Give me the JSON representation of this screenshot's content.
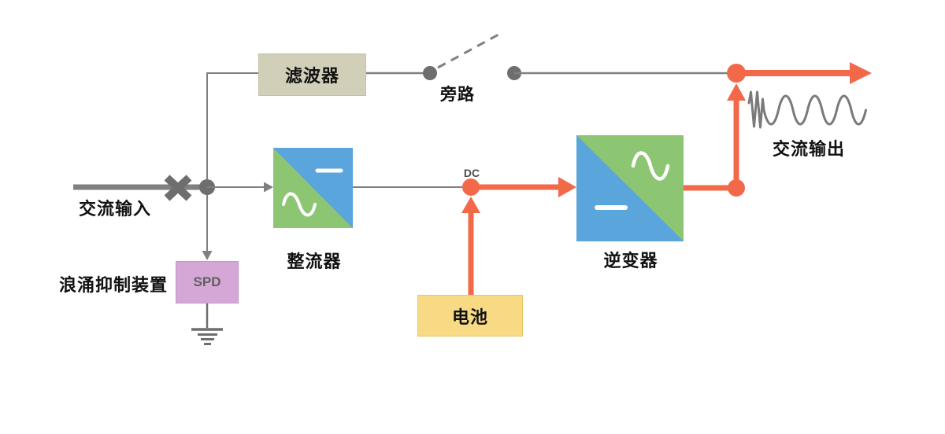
{
  "labels": {
    "ac_input": "交流输入",
    "filter": "滤波器",
    "bypass": "旁路",
    "rectifier": "整流器",
    "surge_protector": "浪涌抑制装置",
    "spd": "SPD",
    "battery": "电池",
    "inverter": "逆变器",
    "dc": "DC",
    "ac_output": "交流输出"
  },
  "colors": {
    "wire_gray": "#808080",
    "symbol_gray": "#6e6e6e",
    "power_path_orange": "#f2694a",
    "filter_fill": "#d2cfb9",
    "spd_fill": "#d5a7d6",
    "battery_fill": "#f8da84",
    "converter_green": "#8dc673",
    "converter_blue": "#5aa5dc",
    "waveform_gray": "#7a7a7a"
  }
}
